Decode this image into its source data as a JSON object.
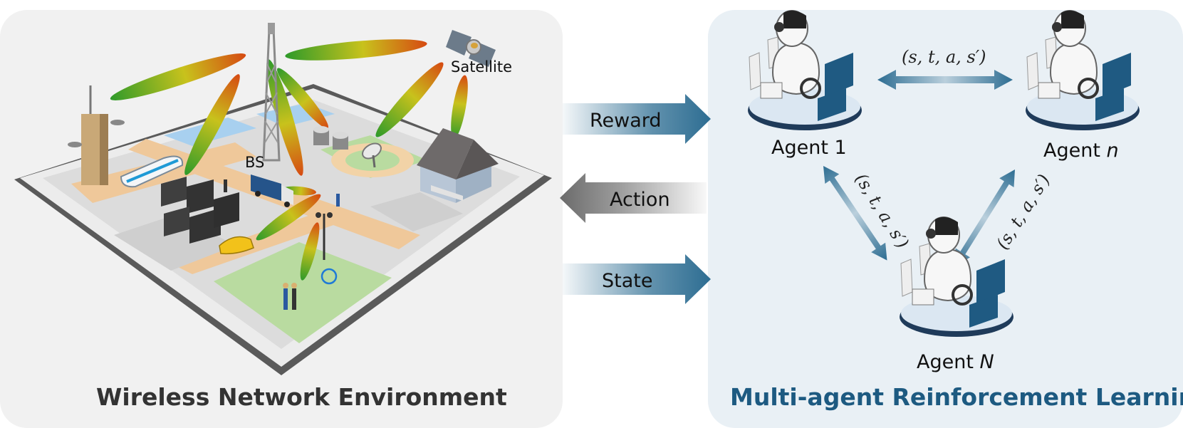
{
  "environment": {
    "title": "Wireless Network Environment",
    "bs_label": "BS",
    "satellite_label": "Satellite"
  },
  "interface": {
    "reward_label": "Reward",
    "action_label": "Action",
    "state_label": "State"
  },
  "marl": {
    "title": "Multi-agent Reinforcement Learning",
    "agents": [
      {
        "prefix": "Agent ",
        "index": "1"
      },
      {
        "prefix": "Agent ",
        "index": "n"
      },
      {
        "prefix": "Agent ",
        "index": "N"
      }
    ],
    "transition_tuple": "(s, t, a, s′)"
  },
  "colors": {
    "arrow_blue": "#2d6d92",
    "arrow_gray": "#7a7a7a",
    "title_blue": "#1d5a81",
    "beam_start": "#2e9a2a",
    "beam_end": "#d64a12"
  },
  "icons": [
    "base-station-tower-icon",
    "satellite-icon",
    "house-icon",
    "skyscraper-icon",
    "train-icon",
    "truck-icon",
    "taxi-icon",
    "server-rack-icon",
    "robot-agent-icon"
  ]
}
